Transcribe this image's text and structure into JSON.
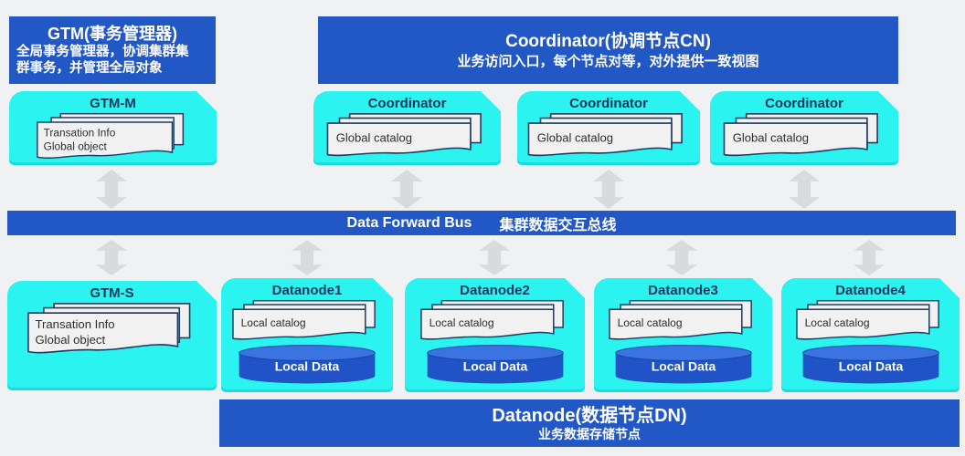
{
  "colors": {
    "blue": "#2257c6",
    "cyan": "#2bf3f0",
    "arrow": "#d9dadb",
    "background": "#eff1f2",
    "doc_fill": "#f1f1f1",
    "doc_border": "#1d3a5f",
    "node_title": "#15365c",
    "cylinder_body": "#2053c5",
    "cylinder_top": "#3b73e0",
    "white": "#ffffff"
  },
  "gtm_header": {
    "title": "GTM(事务管理器)",
    "desc_lines": [
      "全局事务管理器，协调集群集",
      "群事务，并管理全局对象"
    ]
  },
  "coordinator_header": {
    "title": "Coordinator(协调节点CN)",
    "subtitle": "业务访问入口，每个节点对等，对外提供一致视图"
  },
  "gtm_m": {
    "title": "GTM-M",
    "doc_lines": [
      "Transation Info",
      "Global object"
    ]
  },
  "coordinators": [
    {
      "title": "Coordinator",
      "doc_label": "Global catalog"
    },
    {
      "title": "Coordinator",
      "doc_label": "Global catalog"
    },
    {
      "title": "Coordinator",
      "doc_label": "Global catalog"
    }
  ],
  "bus": {
    "label_en": "Data Forward Bus",
    "label_zh": "集群数据交互总线"
  },
  "gtm_s": {
    "title": "GTM-S",
    "doc_lines": [
      "Transation Info",
      "Global object"
    ]
  },
  "datanodes": [
    {
      "title": "Datanode1",
      "doc_label": "Local catalog",
      "cylinder_label": "Local Data"
    },
    {
      "title": "Datanode2",
      "doc_label": "Local catalog",
      "cylinder_label": "Local Data"
    },
    {
      "title": "Datanode3",
      "doc_label": "Local catalog",
      "cylinder_label": "Local Data"
    },
    {
      "title": "Datanode4",
      "doc_label": "Local catalog",
      "cylinder_label": "Local Data"
    }
  ],
  "datanode_footer": {
    "title": "Datanode(数据节点DN)",
    "subtitle": "业务数据存储节点"
  }
}
